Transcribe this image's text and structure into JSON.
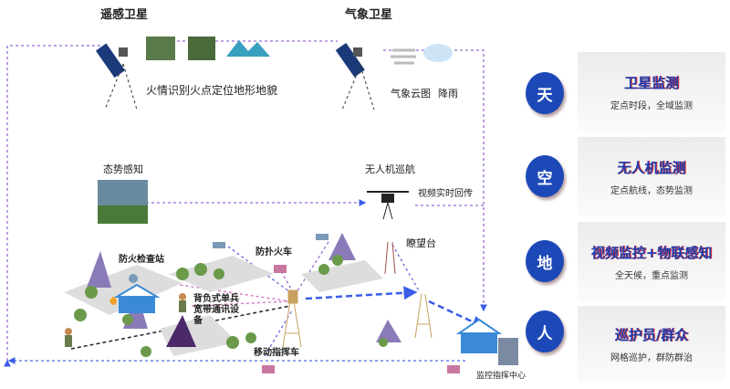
{
  "sky": {
    "remote_sat": "遥感卫星",
    "remote_caption": "火情识别火点定位地形地貌",
    "weather_sat": "气象卫星",
    "weather_caption_1": "气象云图",
    "weather_caption_2": "降雨"
  },
  "air": {
    "situation": "态势感知",
    "uav": "无人机巡航",
    "video": "视频实时回传"
  },
  "ground": {
    "checkpoint": "防火检查站",
    "fire_truck": "防扑火车",
    "watchtower": "瞭望台",
    "backpack": "背负式单兵宽带通讯设备",
    "mobile_command": "移动指挥车",
    "command_center": "监控指挥中心"
  },
  "layers": [
    {
      "badge": "天",
      "title": "卫星监测",
      "subtitle": "定点时段，全域监测"
    },
    {
      "badge": "空",
      "title": "无人机监测",
      "subtitle": "定点航线，态势监测"
    },
    {
      "badge": "地",
      "title": "视频监控+物联感知",
      "subtitle": "全天候，重点监测"
    },
    {
      "badge": "人",
      "title": "巡护员/群众",
      "subtitle": "网格巡护，群防群治"
    }
  ],
  "colors": {
    "accent": "#1d49b8",
    "link": "#8a5cd6"
  }
}
